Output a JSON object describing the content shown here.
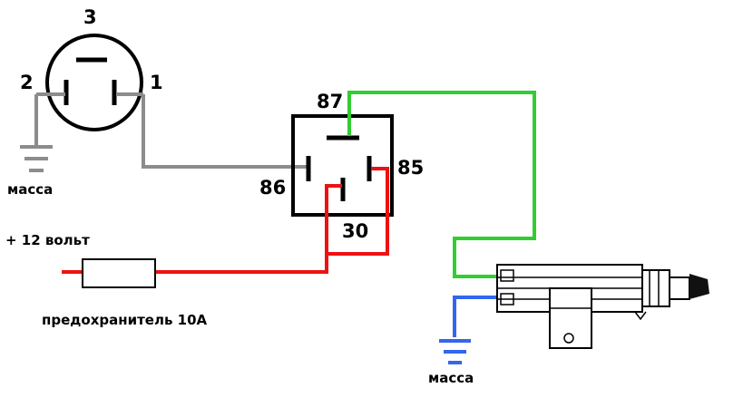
{
  "switch": {
    "pin_3": "3",
    "pin_2": "2",
    "pin_1": "1"
  },
  "relay": {
    "pin_87": "87",
    "pin_86": "86",
    "pin_85": "85",
    "pin_30": "30"
  },
  "labels": {
    "ground_left": "масса",
    "ground_bottom": "масса",
    "power": "+ 12 вольт",
    "fuse": "предохранитель 10А"
  },
  "colors": {
    "gray_wire": "#8c8c8c",
    "red_wire": "#ee1111",
    "green_wire": "#33cc33",
    "blue_wire": "#3366ee",
    "ink": "#000000"
  }
}
